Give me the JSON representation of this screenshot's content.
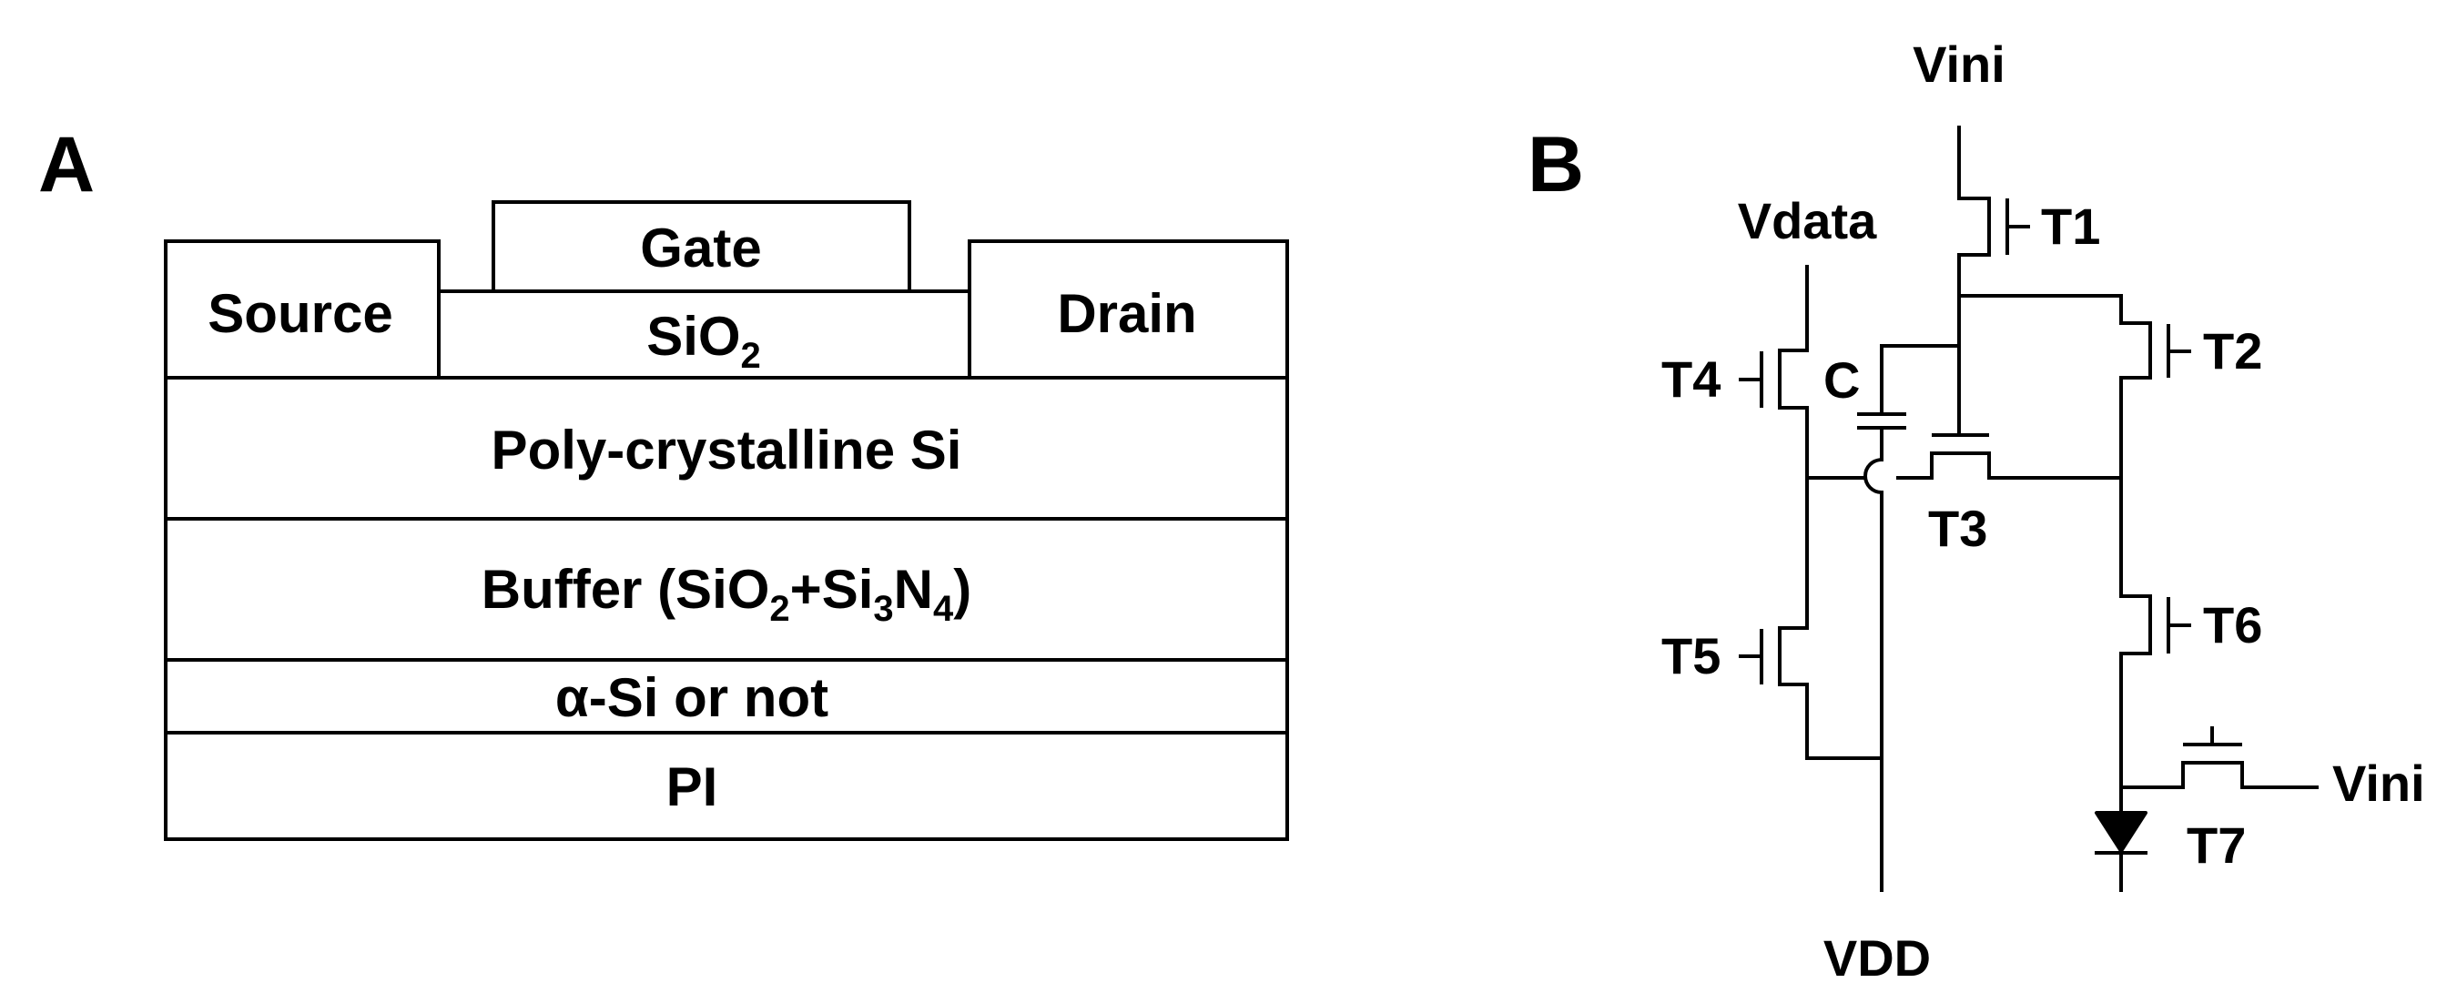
{
  "panel_a": {
    "label": "A",
    "layers": {
      "gate": "Gate",
      "source": "Source",
      "drain": "Drain",
      "oxide": {
        "base": "SiO",
        "sub": "2"
      },
      "poly_si": "Poly-crystalline Si",
      "buffer": {
        "prefix": "Buffer (SiO",
        "sub1": "2",
        "mid1": "+Si",
        "sub2": "3",
        "mid2": "N",
        "sub3": "4",
        "suffix": ")"
      },
      "alpha_si": "α-Si or not",
      "pi": "PI"
    }
  },
  "panel_b": {
    "label": "B",
    "nodes": {
      "vini_top": "Vini",
      "vini_right": "Vini",
      "vdata": "Vdata",
      "vdd": "VDD"
    },
    "transistors": {
      "t1": "T1",
      "t2": "T2",
      "t3": "T3",
      "t4": "T4",
      "t5": "T5",
      "t6": "T6",
      "t7": "T7"
    },
    "capacitor": "C"
  }
}
